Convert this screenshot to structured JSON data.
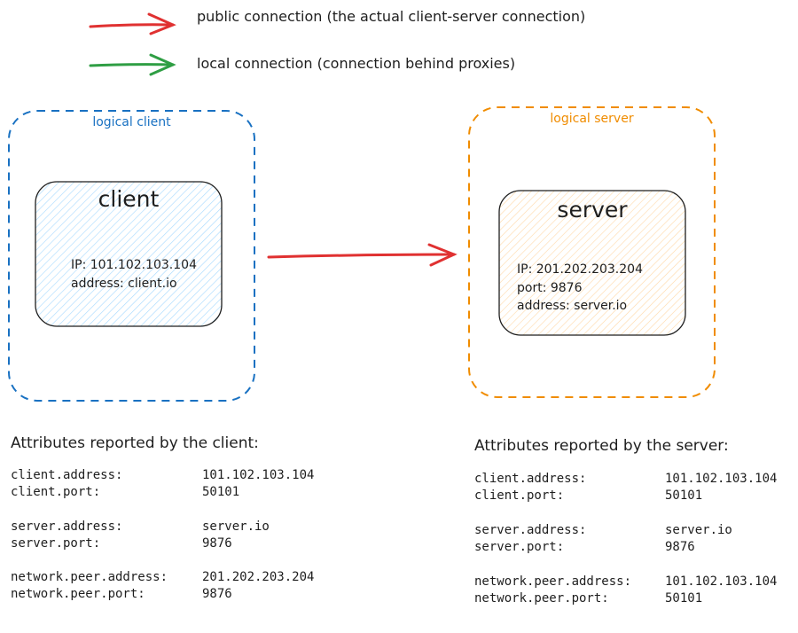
{
  "colors": {
    "public": "#e03131",
    "local": "#2f9e44",
    "client": "#1971c2",
    "server": "#f08c00"
  },
  "legend": [
    {
      "label": "public connection (the actual client-server connection)",
      "color": "#e03131"
    },
    {
      "label": "local connection (connection behind proxies)",
      "color": "#2f9e44"
    }
  ],
  "client_group": {
    "label": "logical client",
    "node": {
      "title": "client",
      "lines": [
        "IP: 101.102.103.104",
        "address: client.io"
      ]
    }
  },
  "server_group": {
    "label": "logical server",
    "node": {
      "title": "server",
      "lines": [
        "IP: 201.202.203.204",
        "port: 9876",
        "address: server.io"
      ]
    }
  },
  "client_attributes": {
    "title": "Attributes reported by the client:",
    "rows": [
      {
        "key": "client.address:",
        "value": "101.102.103.104"
      },
      {
        "key": "client.port:",
        "value": "50101"
      },
      {
        "key": "server.address:",
        "value": "server.io"
      },
      {
        "key": "server.port:",
        "value": "9876"
      },
      {
        "key": "network.peer.address:",
        "value": "201.202.203.204"
      },
      {
        "key": "network.peer.port:",
        "value": "9876"
      }
    ]
  },
  "server_attributes": {
    "title": "Attributes reported by the server:",
    "rows": [
      {
        "key": "client.address:",
        "value": "101.102.103.104"
      },
      {
        "key": "client.port:",
        "value": "50101"
      },
      {
        "key": "server.address:",
        "value": "server.io"
      },
      {
        "key": "server.port:",
        "value": "9876"
      },
      {
        "key": "network.peer.address:",
        "value": "101.102.103.104"
      },
      {
        "key": "network.peer.port:",
        "value": "50101"
      }
    ]
  }
}
